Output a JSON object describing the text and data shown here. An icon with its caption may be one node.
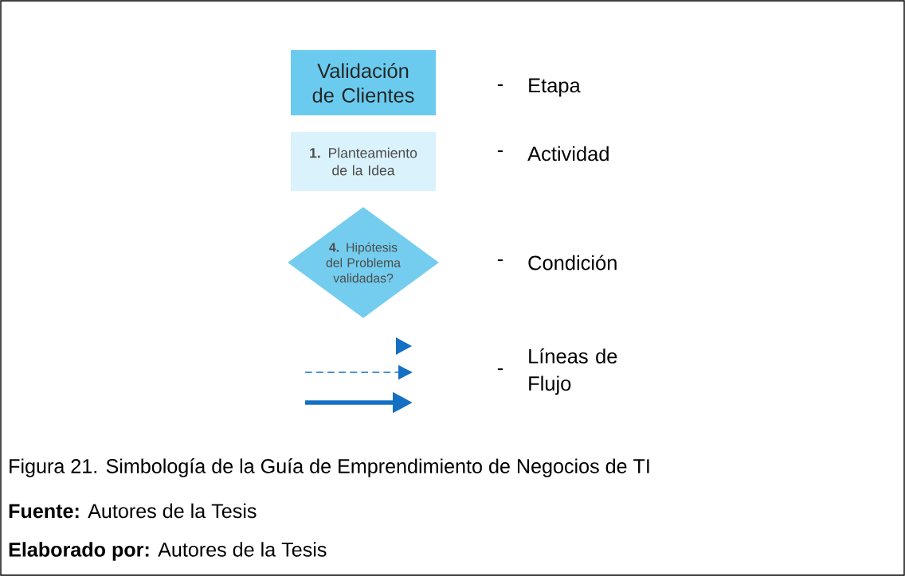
{
  "diagram": {
    "caption": "Figura 21. Simbología de la Guía de Emprendimiento de Negocios de TI",
    "nodes": [
      {
        "text": [
          "Validación de Clientes"
        ]
      },
      {
        "text": [
          "**1.** Planteamiento de la Idea"
        ]
      },
      {
        "text": [
          "**4.** Hipótesis del Problema validadas?"
        ]
      }
    ],
    "labels": [
      "-",
      "Etapa",
      "-",
      "Actividad",
      "-",
      "Condición",
      "-",
      "Líneas de Flujo",
      "**Fuente:** Autores de la Tesis",
      "**Elaborado por:** Autores de la Tesis"
    ]
  }
}
